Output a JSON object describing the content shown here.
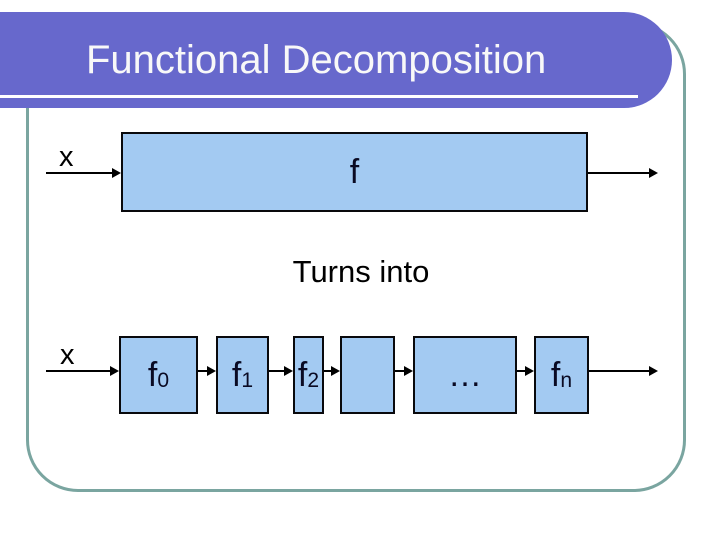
{
  "slide": {
    "title": "Functional Decomposition",
    "transition_label": "Turns into",
    "top_diagram": {
      "input_label": "x",
      "box_label": "f"
    },
    "bottom_diagram": {
      "input_label": "x",
      "boxes": [
        {
          "label": "f",
          "sub": "0"
        },
        {
          "label": "f",
          "sub": "1"
        },
        {
          "label": "f",
          "sub": "2"
        },
        {
          "label": "",
          "sub": ""
        },
        {
          "label": "…",
          "sub": ""
        },
        {
          "label": "f",
          "sub": "n"
        }
      ]
    },
    "colors": {
      "banner_purple": "#6768CC",
      "frame_teal": "#7AA5A0",
      "box_fill_blue": "#A3CAF2",
      "box_border": "#09090C",
      "title_text": "#F8F8F8",
      "diagram_text": "#0A0A23",
      "arrow_black": "#000000"
    }
  }
}
